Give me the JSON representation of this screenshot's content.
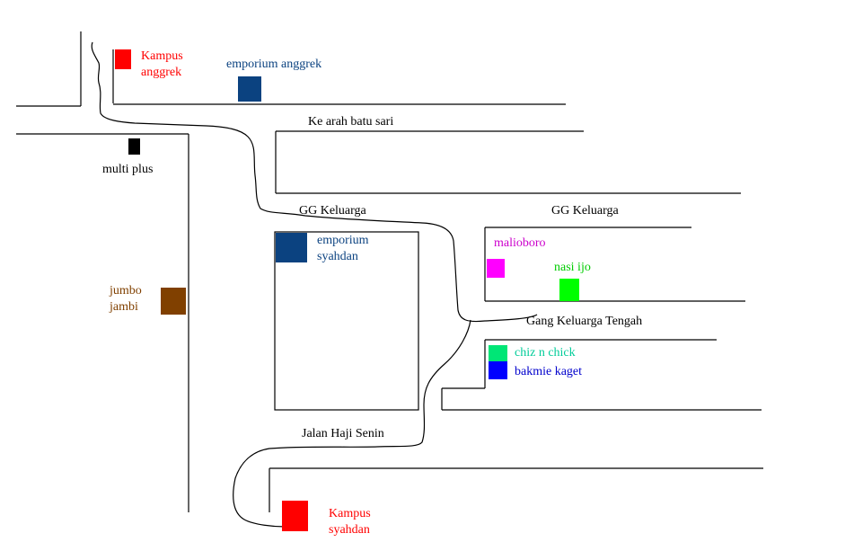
{
  "colors": {
    "red": "#ff0000",
    "navy": "#0b4280",
    "black": "#000000",
    "brown": "#804000",
    "magenta": "#ff00ff",
    "green": "#00ff00",
    "teal": "#00e676",
    "blue": "#0000ff",
    "purple_text": "#cc00cc",
    "teal_text": "#00cc99",
    "green_text": "#00cc00",
    "blue_text": "#0000cc"
  },
  "places": {
    "kampus_anggrek": {
      "line1": "Kampus",
      "line2": "anggrek"
    },
    "emporium_anggrek": {
      "label": "emporium anggrek"
    },
    "multi_plus": {
      "label": "multi plus"
    },
    "jumbo_jambi": {
      "line1": "jumbo",
      "line2": "jambi"
    },
    "emporium_syahdan": {
      "line1": "emporium",
      "line2": "syahdan"
    },
    "malioboro": {
      "label": "malioboro"
    },
    "nasi_ijo": {
      "label": "nasi ijo"
    },
    "chiz_n_chick": {
      "label": "chiz n chick"
    },
    "bakmie_kaget": {
      "label": "bakmie kaget"
    },
    "kampus_syahdan": {
      "line1": "Kampus",
      "line2": "syahdan"
    }
  },
  "streets": {
    "ke_arah_batu_sari": "Ke arah batu sari",
    "gg_keluarga_1": "GG Keluarga",
    "gg_keluarga_2": "GG Keluarga",
    "gang_keluarga_tengah": "Gang Keluarga Tengah",
    "jalan_haji_senin": "Jalan Haji Senin"
  }
}
